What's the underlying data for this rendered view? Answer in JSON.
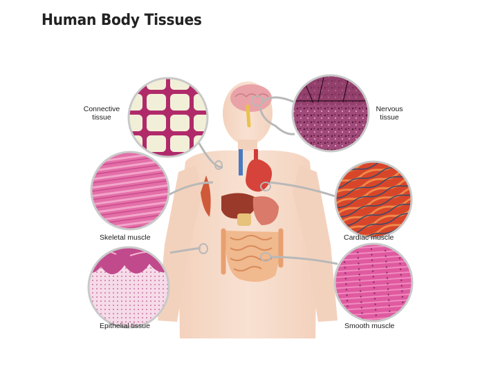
{
  "slide": {
    "title": "Human Body Tissues"
  },
  "figure": {
    "labels": {
      "connective": "Connective\ntissue",
      "nervous": "Nervous\ntissue",
      "skeletal": "Skeletal muscle",
      "cardiac": "Cardiac muscle",
      "epithelial": "Epithelial tissue",
      "smooth": "Smooth muscle"
    }
  }
}
